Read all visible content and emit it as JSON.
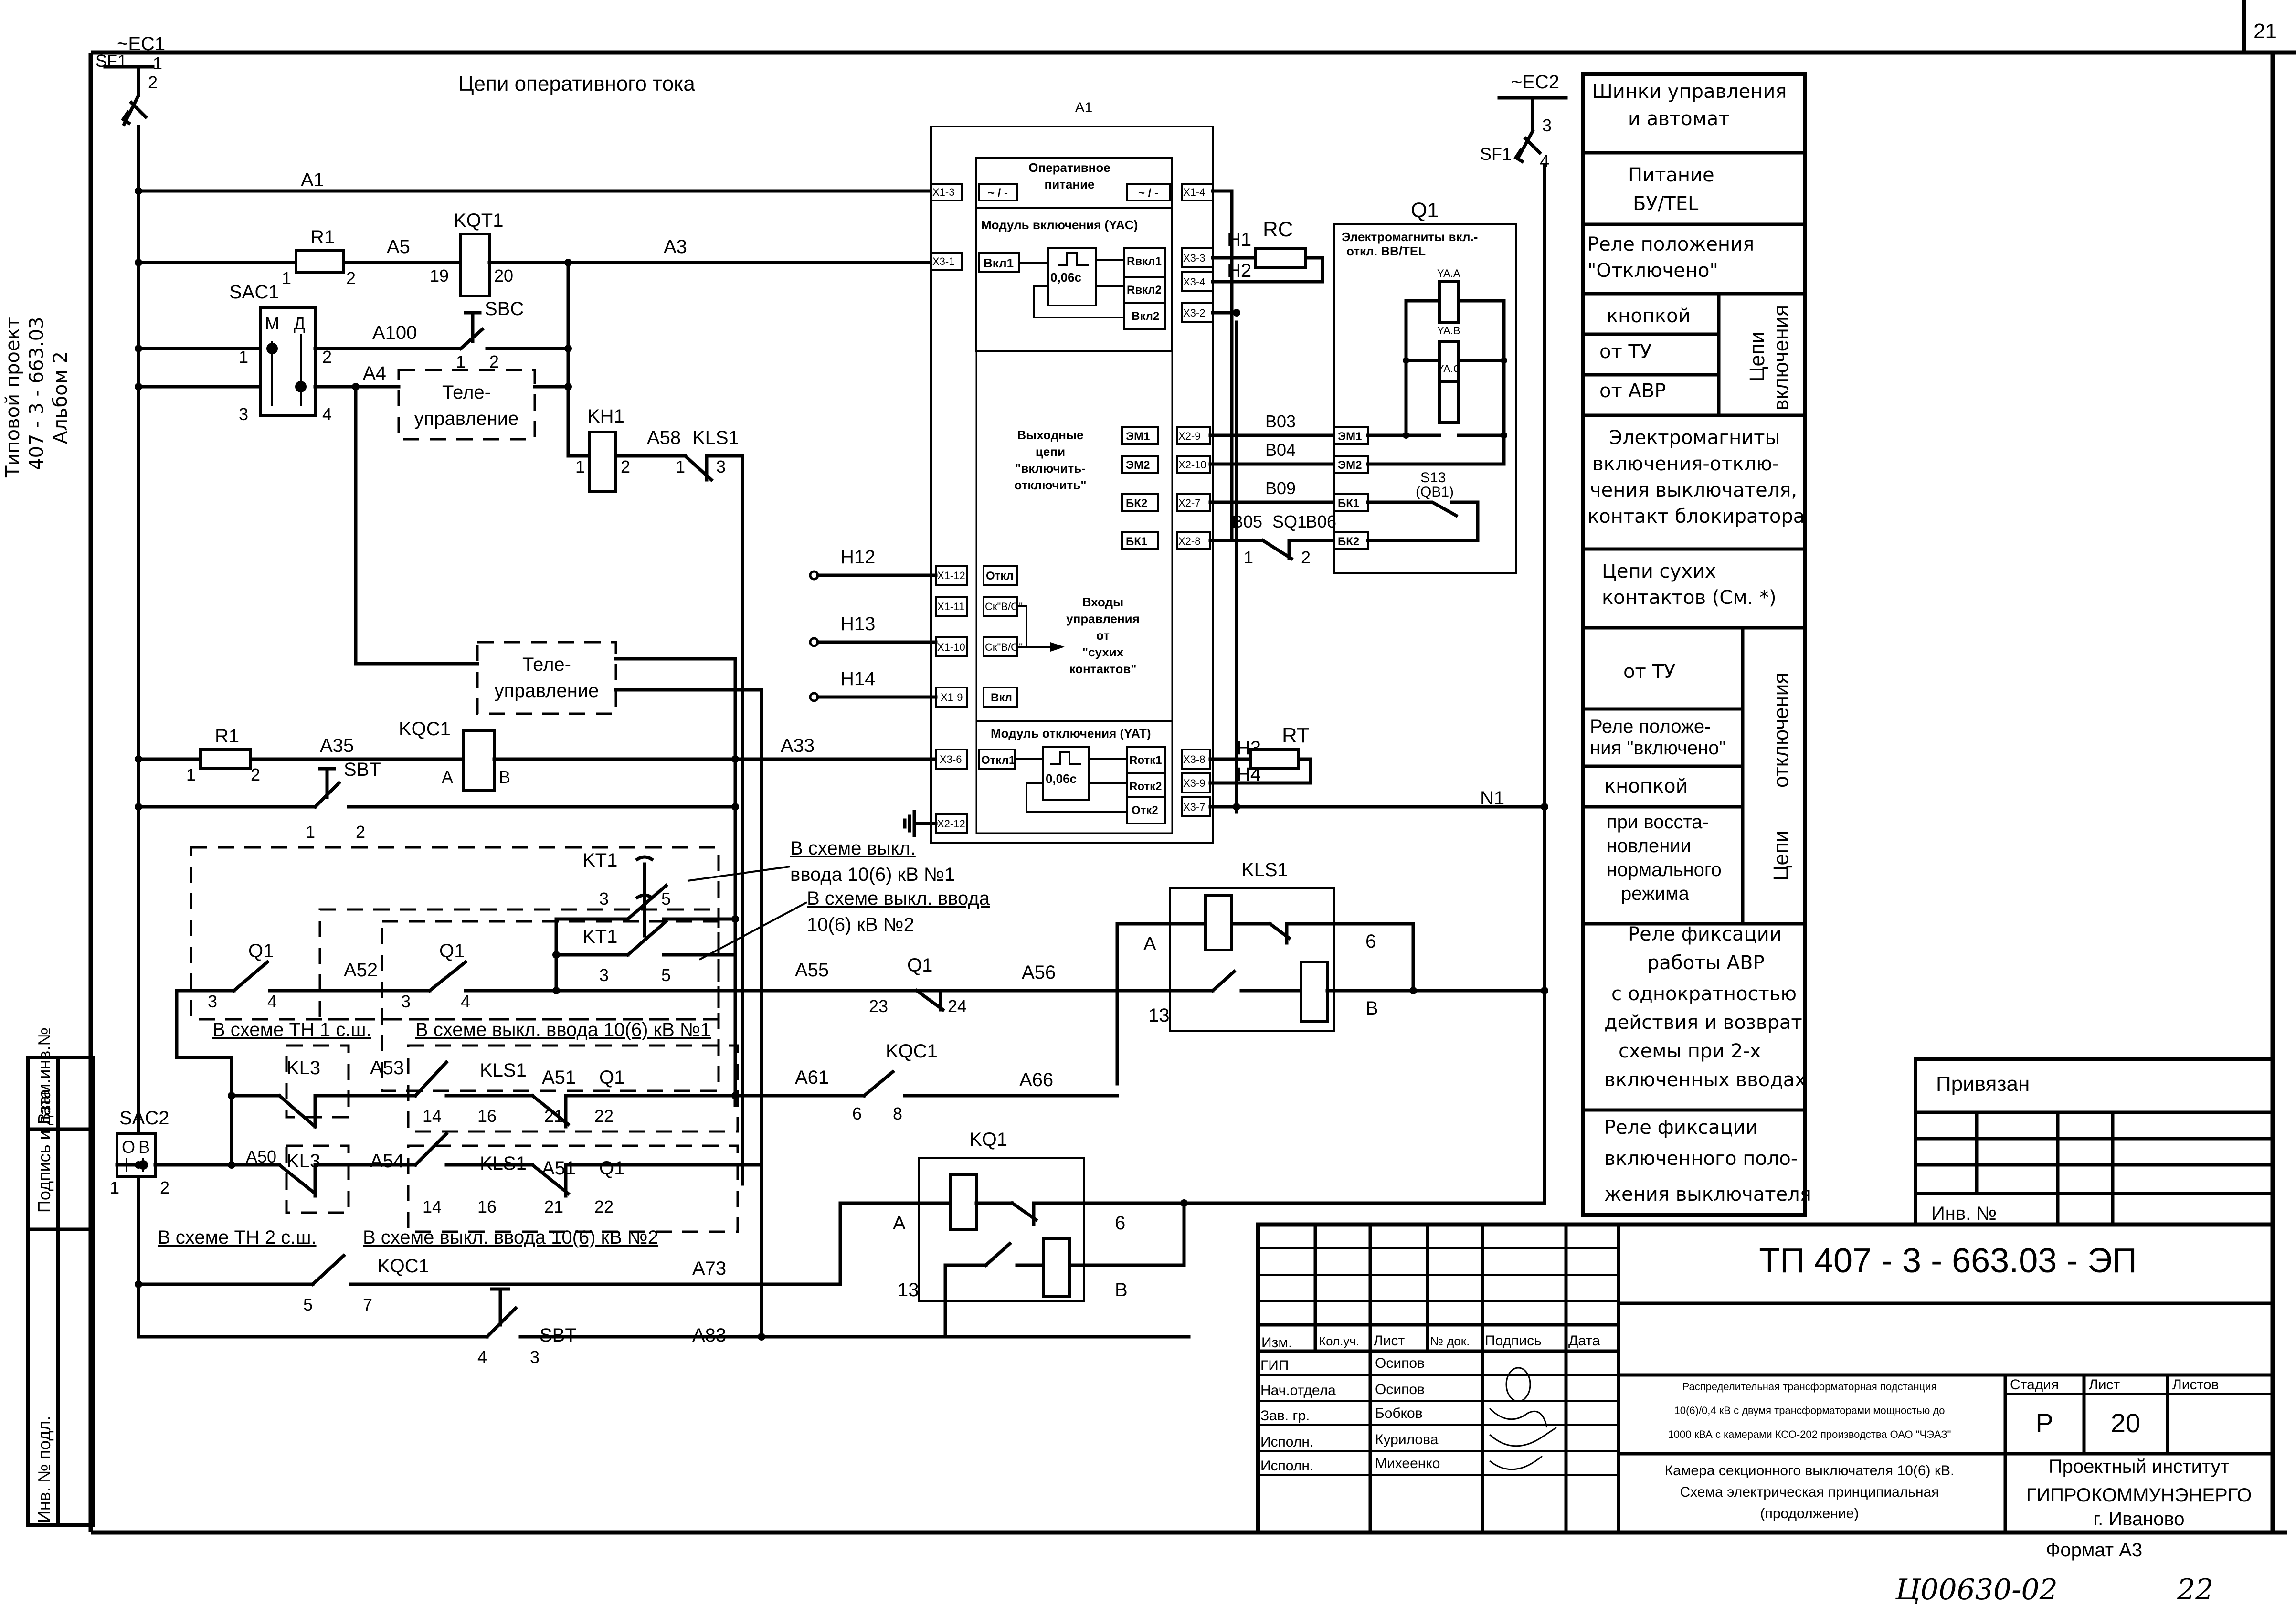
{
  "sheet": {
    "corner_number": "21",
    "header": "Цепи оперативного тока",
    "margin_project": [
      "Типовой проект",
      "407 - 3 - 663.03",
      "Альбом 2"
    ],
    "margin_stamps": [
      "Взам.инв.№",
      "Подпись и дата",
      "Инв. № подл."
    ],
    "format": "Формат А3",
    "handwritten_code": "Ц00630-02",
    "handwritten_page": "22"
  },
  "buses": {
    "ec1": "~ЕС1",
    "ec2": "~ЕС2",
    "sf1_left": {
      "label": "SF1",
      "pin_top": "1",
      "pin_bottom": "2"
    },
    "sf1_right": {
      "label": "SF1",
      "pin_top": "3",
      "pin_bottom": "4"
    }
  },
  "wires": {
    "a1": "A1",
    "a5": "A5",
    "a3": "A3",
    "a100": "A100",
    "a4": "A4",
    "a58": "A58",
    "a35": "A35",
    "a33": "A33",
    "a52": "A52",
    "a55": "A55",
    "a56": "A56",
    "a53": "A53",
    "a51a": "A51",
    "a50": "A50",
    "a54": "A54",
    "a51b": "A51",
    "a61": "A61",
    "a66": "A66",
    "a73": "A73",
    "a83": "A83",
    "n1": "N1",
    "h1": "H1",
    "h2": "H2",
    "h3": "H3",
    "h4": "H4",
    "h12": "H12",
    "h13": "H13",
    "h14": "H14",
    "b03": "B03",
    "b04": "B04",
    "b09": "B09",
    "b05": "B05",
    "b06": "B06"
  },
  "components": {
    "r1_top": {
      "label": "R1",
      "p1": "1",
      "p2": "2"
    },
    "kqt1": {
      "label": "KQT1",
      "p1": "19",
      "p2": "20"
    },
    "sac1": {
      "label": "SAC1",
      "pos_m": "М",
      "pos_d": "Д",
      "p1": "1",
      "p2": "2",
      "p3": "3",
      "p4": "4"
    },
    "sbc": {
      "label": "SBC",
      "p1": "1",
      "p2": "2"
    },
    "tele1": [
      "Теле-",
      "управление"
    ],
    "kh1": {
      "label": "KH1",
      "p1": "1",
      "p2": "2"
    },
    "kls1_top": {
      "label": "KLS1",
      "p1": "1",
      "p2": "3"
    },
    "tele2": [
      "Теле-",
      "управление"
    ],
    "r1_bot": {
      "label": "R1",
      "p1": "1",
      "p2": "2"
    },
    "kqc1": {
      "label": "KQC1",
      "pa": "A",
      "pb": "B"
    },
    "sbt_top": {
      "label": "SBT",
      "p1": "1",
      "p2": "2"
    },
    "kt1_a": {
      "label": "KT1",
      "p1": "3",
      "p2": "5"
    },
    "kt1_b": {
      "label": "KT1",
      "p1": "3",
      "p2": "5"
    },
    "q1_a": {
      "label": "Q1",
      "p1": "3",
      "p2": "4"
    },
    "q1_b": {
      "label": "Q1",
      "p1": "3",
      "p2": "4"
    },
    "q1_c": {
      "label": "Q1",
      "p1": "23",
      "p2": "24"
    },
    "kls1_relay": {
      "label": "KLS1",
      "pa": "A",
      "pb": "B",
      "p6": "6",
      "p13": "13"
    },
    "kl3_a": {
      "label": "KL3"
    },
    "kl3_b": {
      "label": "KL3"
    },
    "kls1_c1": {
      "label": "KLS1",
      "p1": "14",
      "p2": "16"
    },
    "kls1_c2": {
      "label": "KLS1",
      "p1": "14",
      "p2": "16"
    },
    "q1_d": {
      "label": "Q1",
      "p1": "21",
      "p2": "22"
    },
    "q1_e": {
      "label": "Q1",
      "p1": "21",
      "p2": "22"
    },
    "kqc1_c1": {
      "label": "KQC1",
      "p1": "6",
      "p2": "8"
    },
    "sac2": {
      "label": "SAC2",
      "pos_o": "O",
      "pos_b": "B",
      "p1": "1",
      "p2": "2"
    },
    "kq1_relay": {
      "label": "KQ1",
      "pa": "A",
      "pb": "B",
      "p6": "6",
      "p13": "13"
    },
    "kqc1_c2": {
      "label": "KQC1",
      "p1": "5",
      "p2": "7"
    },
    "sbt_bot": {
      "label": "SBT",
      "p1": "4",
      "p2": "3"
    },
    "rc": {
      "label": "RC"
    },
    "rt": {
      "label": "RT"
    },
    "sq1": {
      "label": "SQ1",
      "p1": "1",
      "p2": "2"
    }
  },
  "notes": {
    "th1": "В схеме ТН 1 с.ш.",
    "vvod1": "В схеме выкл. ввода 10(6) кВ №1",
    "th2": "В схеме ТН 2 с.ш.",
    "vvod2": "В схеме выкл. ввода 10(6) кВ №2",
    "kt1_note1": [
      "В схеме выкл.",
      "ввода 10(6) кВ №1"
    ],
    "kt1_note2": [
      "В схеме выкл. ввода",
      "10(6) кВ №2"
    ]
  },
  "a1_module": {
    "label": "A1",
    "power_title": [
      "Оперативное",
      "питание"
    ],
    "power_in": "~ / -",
    "power_out": "~ / -",
    "close_title": "Модуль включения (YAC)",
    "close_pins": {
      "vkl1": "Вкл1",
      "rvkl1": "Rвкл1",
      "rvkl2": "Rвкл2",
      "vkl2": "Вкл2",
      "timer": "0,06с"
    },
    "out_title": [
      "Выходные",
      "цепи",
      "\"включить-",
      "отключить\""
    ],
    "out_pins": [
      "ЭМ1",
      "ЭМ2",
      "БК2",
      "БК1"
    ],
    "inputs": [
      "Откл",
      "Ск\"В/О\"",
      "Ск\"В/О\"",
      "Вкл"
    ],
    "inputs_title": [
      "Входы",
      "управления",
      "от",
      "\"сухих",
      "контактов\""
    ],
    "trip_title": "Модуль отключения (YAT)",
    "trip_pins": {
      "otkl1": "Откл1",
      "rotk1": "Rотк1",
      "rotk2": "Rотк2",
      "otk2": "Отк2",
      "timer": "0,06с"
    },
    "terminals": {
      "x1_3": "X1-3",
      "x1_4": "X1-4",
      "x3_1": "X3-1",
      "x3_3": "X3-3",
      "x3_4": "X3-4",
      "x3_2": "X3-2",
      "x2_9": "X2-9",
      "x2_10": "X2-10",
      "x2_7": "X2-7",
      "x2_8": "X2-8",
      "x1_12": "X1-12",
      "x1_11": "X1-11",
      "x1_10": "X1-10",
      "x1_9": "X1-9",
      "x3_6": "X3-6",
      "x3_8": "X3-8",
      "x3_9": "X3-9",
      "x3_7": "X3-7",
      "x2_12": "X2-12"
    }
  },
  "q1_module": {
    "label": "Q1",
    "title": [
      "Электромагниты вкл.-",
      "откл. BB/TEL"
    ],
    "coils": [
      "YA.A",
      "YA.B",
      "YA.C"
    ],
    "pins": [
      "ЭМ1",
      "ЭМ2",
      "БК1",
      "БК2"
    ],
    "s13": [
      "S13",
      "(QB1)"
    ]
  },
  "legend": {
    "rows": [
      [
        "Шинки управления",
        "и автомат"
      ],
      [
        "Питание",
        "БУ/TEL"
      ],
      [
        "Реле положения",
        "\"Отключено\""
      ]
    ],
    "on_group": {
      "title": [
        "Цепи",
        "включения"
      ],
      "items": [
        "кнопкой",
        "от ТУ",
        "от АВР"
      ]
    },
    "em_row": [
      "Электромагниты",
      "включения-отклю-",
      "чения выключателя,",
      "контакт блокиратора"
    ],
    "dry_row": [
      "Цепи сухих",
      "контактов (См. *)"
    ],
    "off_group": {
      "title": [
        "Цепи",
        "отключения"
      ],
      "items": [
        [
          "от ТУ"
        ],
        [
          "Реле положе-",
          "ния \"включено\""
        ],
        [
          "кнопкой"
        ],
        [
          "при восста-",
          "новлении",
          "нормального",
          "режима"
        ]
      ]
    },
    "avr_row": [
      "Реле фиксации",
      "работы АВР",
      "с однократностью",
      "действия и возврат",
      "схемы при 2-х",
      "включенных вводах"
    ],
    "fix_row": [
      "Реле фиксации",
      "включенного поло-",
      "жения выключателя"
    ]
  },
  "binding": {
    "title": "Привязан",
    "inv": "Инв. №"
  },
  "title_block": {
    "doc_code": "ТП  407 - 3 - 663.03 - ЭП",
    "headers": [
      "Изм.",
      "Кол.уч.",
      "Лист",
      "№ док.",
      "Подпись",
      "Дата"
    ],
    "staff": [
      {
        "role": "ГИП",
        "name": "Осипов"
      },
      {
        "role": "Нач.отдела",
        "name": "Осипов"
      },
      {
        "role": "Зав. гр.",
        "name": "Бобков"
      },
      {
        "role": "Исполн.",
        "name": "Курилова"
      },
      {
        "role": "Исполн.",
        "name": "Михеенко"
      }
    ],
    "project_desc": [
      "Распределительная трансформаторная подстанция",
      "10(6)/0,4 кВ с двумя трансформаторами мощностью до",
      "1000 кВА с камерами КСО-202 производства ОАО \"ЧЭАЗ\""
    ],
    "sheet_desc": [
      "Камера секционного выключателя 10(6) кВ.",
      "Схема электрическая принципиальная",
      "(продолжение)"
    ],
    "stage_header": "Стадия",
    "sheet_header": "Лист",
    "sheets_header": "Листов",
    "stage": "Р",
    "sheet": "20",
    "sheets": "",
    "org": [
      "Проектный институт",
      "ГИПРОКОММУНЭНЕРГО",
      "г. Иваново"
    ]
  }
}
